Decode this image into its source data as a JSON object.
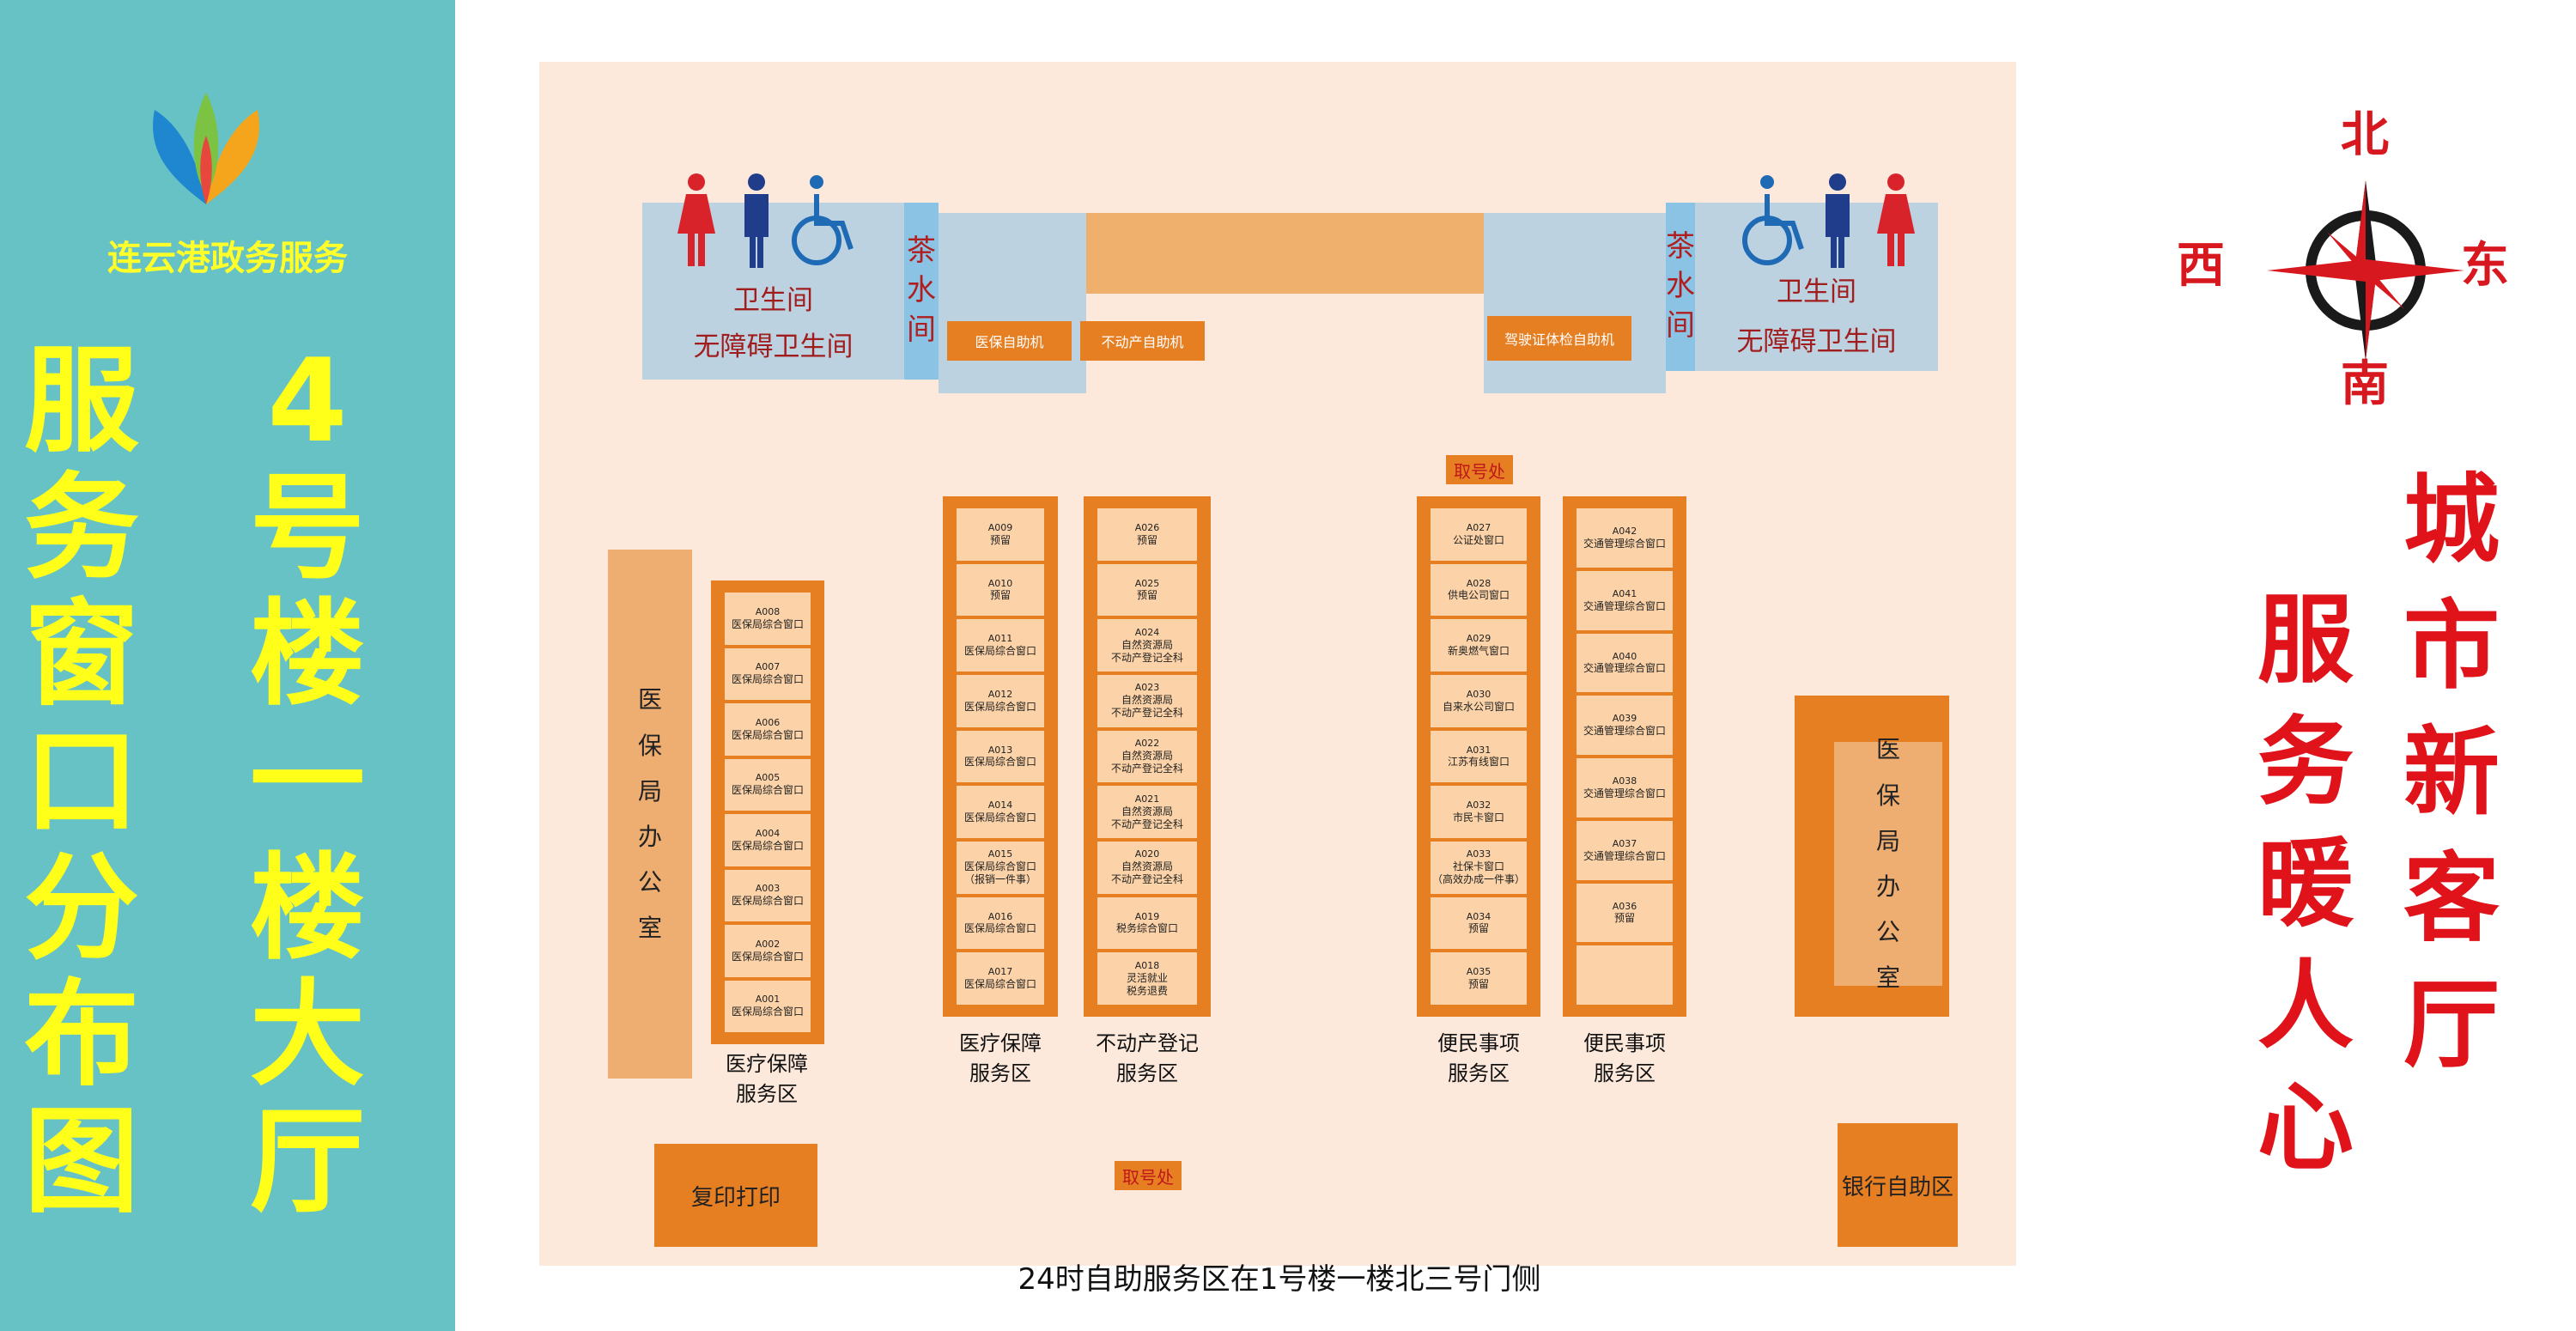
{
  "banner": {
    "brand": "连云港政务服务",
    "title_col1": [
      "服",
      "务",
      "窗",
      "口",
      "分",
      "布",
      "图"
    ],
    "title_col2": [
      "4",
      "号",
      "楼",
      "一",
      "楼",
      "大",
      "厅"
    ]
  },
  "restroom_left": {
    "line1": "卫生间",
    "line2": "无障碍卫生间"
  },
  "restroom_right": {
    "line1": "卫生间",
    "line2": "无障碍卫生间"
  },
  "tea_room": [
    "茶",
    "水",
    "间"
  ],
  "machines": {
    "medical": "医保自助机",
    "property": "不动产自助机",
    "driver": "驾驶证体检自助机"
  },
  "ticket_label": "取号处",
  "offices": {
    "medical_office_chars": [
      "医",
      "保",
      "局",
      "办",
      "公",
      "室"
    ],
    "copy_print": "复印打印",
    "bank": "银行自助区"
  },
  "zones": {
    "z1": {
      "line1": "医疗保障",
      "line2": "服务区"
    },
    "z2": {
      "line1": "医疗保障",
      "line2": "服务区"
    },
    "z3": {
      "line1": "不动产登记",
      "line2": "服务区"
    },
    "z4": {
      "line1": "便民事项",
      "line2": "服务区"
    },
    "z5": {
      "line1": "便民事项",
      "line2": "服务区"
    }
  },
  "columns": {
    "c1": [
      {
        "code": "A008",
        "lines": [
          "医保局综合窗口"
        ]
      },
      {
        "code": "A007",
        "lines": [
          "医保局综合窗口"
        ]
      },
      {
        "code": "A006",
        "lines": [
          "医保局综合窗口"
        ]
      },
      {
        "code": "A005",
        "lines": [
          "医保局综合窗口"
        ]
      },
      {
        "code": "A004",
        "lines": [
          "医保局综合窗口"
        ]
      },
      {
        "code": "A003",
        "lines": [
          "医保局综合窗口"
        ]
      },
      {
        "code": "A002",
        "lines": [
          "医保局综合窗口"
        ]
      },
      {
        "code": "A001",
        "lines": [
          "医保局综合窗口"
        ]
      }
    ],
    "c2": [
      {
        "code": "A009",
        "lines": [
          "预留"
        ]
      },
      {
        "code": "A010",
        "lines": [
          "预留"
        ]
      },
      {
        "code": "A011",
        "lines": [
          "医保局综合窗口"
        ]
      },
      {
        "code": "A012",
        "lines": [
          "医保局综合窗口"
        ]
      },
      {
        "code": "A013",
        "lines": [
          "医保局综合窗口"
        ]
      },
      {
        "code": "A014",
        "lines": [
          "医保局综合窗口"
        ]
      },
      {
        "code": "A015",
        "lines": [
          "医保局综合窗口",
          "（报销一件事）"
        ]
      },
      {
        "code": "A016",
        "lines": [
          "医保局综合窗口"
        ]
      },
      {
        "code": "A017",
        "lines": [
          "医保局综合窗口"
        ]
      }
    ],
    "c3": [
      {
        "code": "A026",
        "lines": [
          "预留"
        ]
      },
      {
        "code": "A025",
        "lines": [
          "预留"
        ]
      },
      {
        "code": "A024",
        "lines": [
          "自然资源局",
          "不动产登记全科"
        ]
      },
      {
        "code": "A023",
        "lines": [
          "自然资源局",
          "不动产登记全科"
        ]
      },
      {
        "code": "A022",
        "lines": [
          "自然资源局",
          "不动产登记全科"
        ]
      },
      {
        "code": "A021",
        "lines": [
          "自然资源局",
          "不动产登记全科"
        ]
      },
      {
        "code": "A020",
        "lines": [
          "自然资源局",
          "不动产登记全科"
        ]
      },
      {
        "code": "A019",
        "lines": [
          "税务综合窗口"
        ]
      },
      {
        "code": "A018",
        "lines": [
          "灵活就业",
          "税务退费"
        ]
      }
    ],
    "c4": [
      {
        "code": "A027",
        "lines": [
          "公证处窗口"
        ]
      },
      {
        "code": "A028",
        "lines": [
          "供电公司窗口"
        ]
      },
      {
        "code": "A029",
        "lines": [
          "新奥燃气窗口"
        ]
      },
      {
        "code": "A030",
        "lines": [
          "自来水公司窗口"
        ]
      },
      {
        "code": "A031",
        "lines": [
          "江苏有线窗口"
        ]
      },
      {
        "code": "A032",
        "lines": [
          "市民卡窗口"
        ]
      },
      {
        "code": "A033",
        "lines": [
          "社保卡窗口",
          "（高效办成一件事）"
        ]
      },
      {
        "code": "A034",
        "lines": [
          "预留"
        ]
      },
      {
        "code": "A035",
        "lines": [
          "预留"
        ]
      }
    ],
    "c5": [
      {
        "code": "A042",
        "lines": [
          "交通管理综合窗口"
        ]
      },
      {
        "code": "A041",
        "lines": [
          "交通管理综合窗口"
        ]
      },
      {
        "code": "A040",
        "lines": [
          "交通管理综合窗口"
        ]
      },
      {
        "code": "A039",
        "lines": [
          "交通管理综合窗口"
        ]
      },
      {
        "code": "A038",
        "lines": [
          "交通管理综合窗口"
        ]
      },
      {
        "code": "A037",
        "lines": [
          "交通管理综合窗口"
        ]
      },
      {
        "code": "A036",
        "lines": [
          "预留"
        ]
      },
      {
        "code": "",
        "lines": []
      }
    ]
  },
  "bottom_note": "24时自助服务区在1号楼一楼北三号门侧",
  "compass": {
    "north": "北",
    "south": "南",
    "west": "西",
    "east": "东"
  },
  "slogan": {
    "col_right": [
      "城",
      "市",
      "新",
      "客",
      "厅"
    ],
    "col_left": [
      "服",
      "务",
      "暖",
      "人",
      "心"
    ]
  },
  "colors": {
    "banner_bg": "#67c2c5",
    "banner_text": "#ffff1a",
    "floor_bg": "#fde9dc",
    "counter_orange": "#e67e22",
    "window_fill": "#fcd3a8",
    "slogan_red": "#e0131b"
  }
}
